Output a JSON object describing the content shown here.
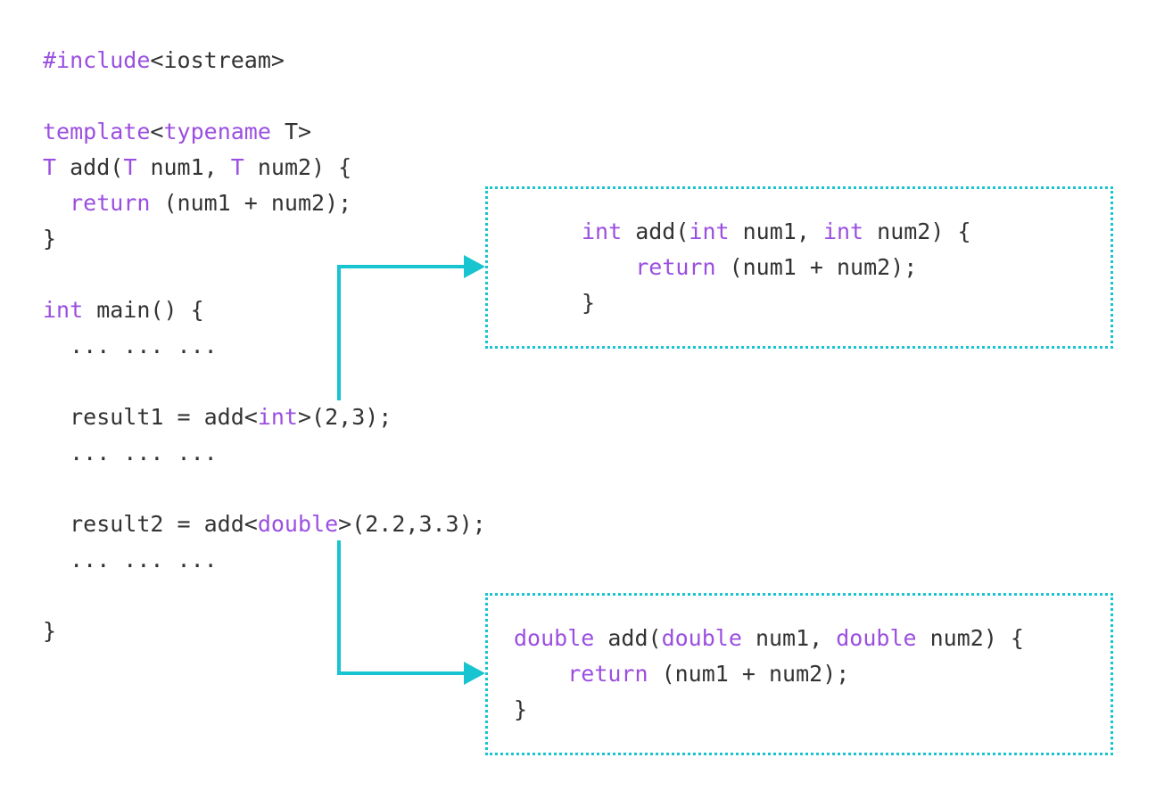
{
  "colors": {
    "keyword": "#9b4fe0",
    "text": "#333333",
    "accent": "#18c4cf"
  },
  "main_code": {
    "include_kw": "#include",
    "include_rest": "<iostream>",
    "template_kw": "template",
    "template_lt": "<",
    "typename_kw": "typename",
    "template_rest": " T>",
    "sig_T1": "T",
    "sig_add": " add(",
    "sig_T2": "T",
    "sig_num1": " num1, ",
    "sig_T3": "T",
    "sig_num2": " num2) {",
    "ret_indent": "  ",
    "ret_kw": "return",
    "ret_rest": " (num1 + num2);",
    "close1": "}",
    "main_kw": "int",
    "main_rest": " main() {",
    "dots1": "  ... ... ...",
    "r1_pre": "  result1 = add<",
    "r1_kw": "int",
    "r1_post": ">(2,3);",
    "dots2": "  ... ... ...",
    "r2_pre": "  result2 = add<",
    "r2_kw": "double",
    "r2_post": ">(2.2,3.3);",
    "dots3": "  ... ... ...",
    "close2": "}"
  },
  "int_box": {
    "kw1": "int",
    "t1": " add(",
    "kw2": "int",
    "t2": " num1, ",
    "kw3": "int",
    "t3": " num2) {",
    "indent": "    ",
    "ret_kw": "return",
    "ret_rest": " (num1 + num2);",
    "close": "}"
  },
  "double_box": {
    "kw1": "double",
    "t1": " add(",
    "kw2": "double",
    "t2": " num1, ",
    "kw3": "double",
    "t3": " num2) {",
    "indent": "    ",
    "ret_kw": "return",
    "ret_rest": " (num1 + num2);",
    "close": "}"
  }
}
